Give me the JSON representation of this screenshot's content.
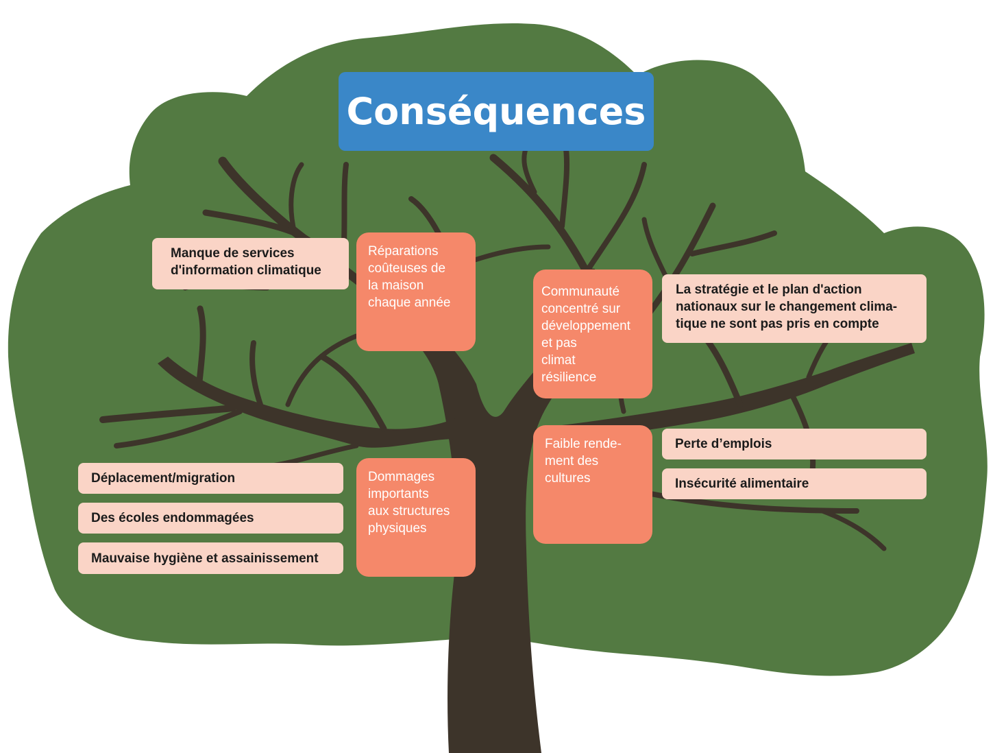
{
  "title": "Conséquences",
  "colors": {
    "canopy": "#537a42",
    "trunk": "#3d342a",
    "title_bg": "#3a87c8",
    "primary_box": "#f5886a",
    "secondary_box": "#fad4c6"
  },
  "primary_consequences": {
    "repairs": "Réparations\ncoûteuses de\nla maison\nchaque année",
    "community": "Communauté\nconcentré sur\ndéveloppement\net pas\nclimat\nrésilience",
    "damage": "Dommages\nimportants\naux structures\nphysiques",
    "yield": "Faible rende-\nment des\ncultures"
  },
  "secondary_consequences": {
    "info_services": "Manque de services\nd'information climatique",
    "national_strategy": "La stratégie et le plan d'action\nnationaux sur le changement clima-\ntique ne sont pas pris en compte",
    "displacement": "Déplacement/migration",
    "schools": "Des écoles endommagées",
    "hygiene": "Mauvaise hygiène et assainissement",
    "jobs": "Perte d’emplois",
    "food": "Insécurité alimentaire"
  }
}
